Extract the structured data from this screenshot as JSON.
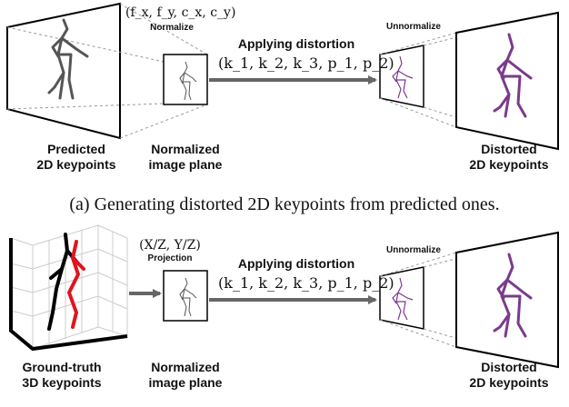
{
  "panel_a": {
    "left_label": [
      "Predicted",
      "2D keypoints"
    ],
    "middle_label": [
      "Normalized",
      "image plane"
    ],
    "right_label": [
      "Distorted",
      "2D keypoints"
    ],
    "intrinsics": "(f_x, f_y, c_x, c_y)",
    "normalize": "Normalize",
    "applying": "Applying distortion",
    "params": "(k_1, k_2, k_3, p_1, p_2)",
    "unnormalize": "Unnormalize",
    "caption": "(a) Generating distorted 2D keypoints from predicted ones."
  },
  "panel_b": {
    "left_label": [
      "Ground-truth",
      "3D keypoints"
    ],
    "middle_label": [
      "Normalized",
      "image plane"
    ],
    "right_label": [
      "Distorted",
      "2D keypoints"
    ],
    "projection_math": "(X/Z, Y/Z)",
    "projection": "Projection",
    "applying": "Applying distortion",
    "params": "(k_1, k_2, k_3, p_1, p_2)",
    "unnormalize": "Unnormalize"
  },
  "colors": {
    "skeleton_gray": "#555555",
    "skeleton_purple": "#7b3a8c",
    "skeleton_red": "#e0141e",
    "arrow": "#666666"
  }
}
